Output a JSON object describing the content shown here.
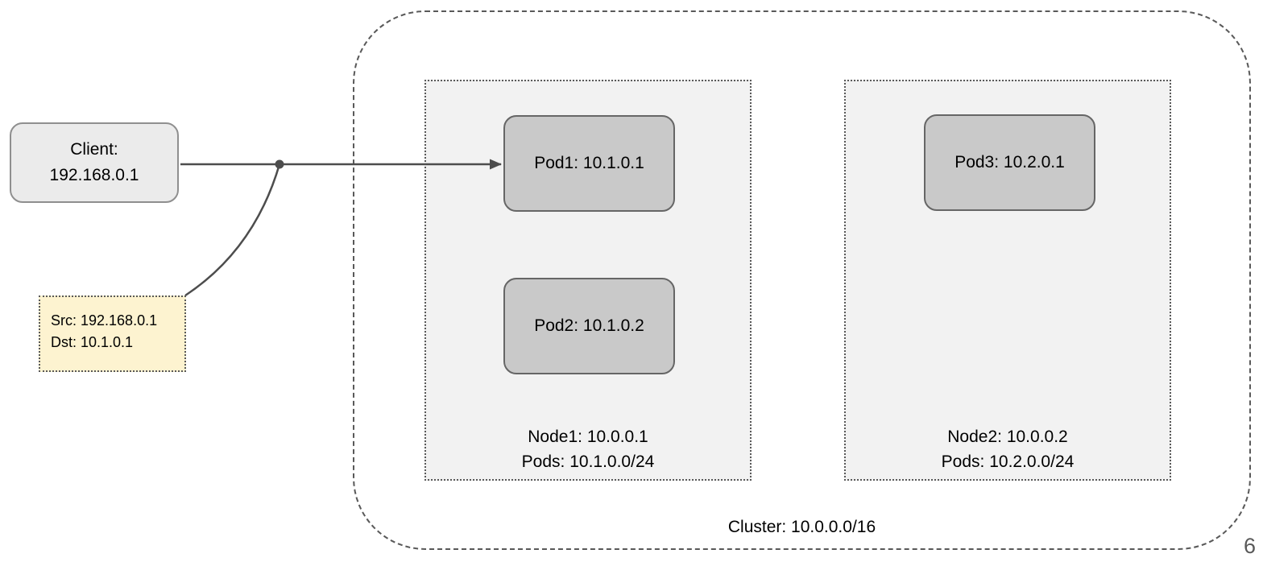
{
  "client": {
    "title": "Client:",
    "address": "192.168.0.1"
  },
  "packet": {
    "src": "Src: 192.168.0.1",
    "dst": "Dst: 10.1.0.1"
  },
  "cluster": {
    "label": "Cluster: 10.0.0.0/16",
    "nodes": [
      {
        "label": "Node1: 10.0.0.1",
        "pods_cidr": "Pods: 10.1.0.0/24",
        "pods": [
          {
            "label": "Pod1: 10.1.0.1"
          },
          {
            "label": "Pod2: 10.1.0.2"
          }
        ]
      },
      {
        "label": "Node2: 10.0.0.2",
        "pods_cidr": "Pods: 10.2.0.0/24",
        "pods": [
          {
            "label": "Pod3: 10.2.0.1"
          }
        ]
      }
    ]
  },
  "slide": {
    "page_number": "6"
  },
  "colors": {
    "client_fill": "#ebebeb",
    "client_border": "#8f8f8f",
    "pod_fill": "#c9c9c9",
    "pod_border": "#666666",
    "node_fill": "#f2f2f2",
    "node_border": "#595959",
    "cluster_border": "#595959",
    "packet_fill": "#fdf3d0",
    "packet_border": "#595959",
    "connector": "#4d4d4d",
    "text": "#000000",
    "page_number_color": "#595959"
  }
}
